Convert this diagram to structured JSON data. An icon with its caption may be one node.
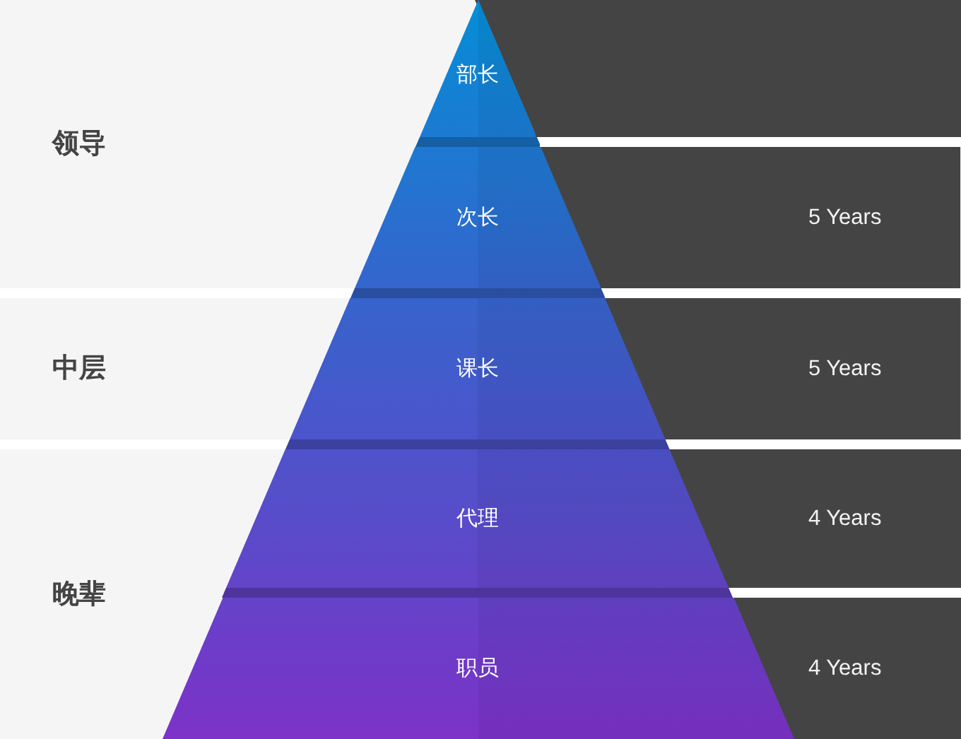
{
  "diagram": {
    "nodes": [
      {
        "text": [
          "领导"
        ]
      },
      {
        "text": [
          "中层"
        ]
      },
      {
        "text": [
          "晚辈"
        ]
      },
      {
        "text": [
          "部长"
        ]
      },
      {
        "text": [
          "次长"
        ]
      },
      {
        "text": [
          "课长"
        ]
      },
      {
        "text": [
          "代理"
        ]
      },
      {
        "text": [
          "职员"
        ]
      },
      {
        "text": [],
        "shape": "band"
      },
      {
        "text": [
          "5 Years"
        ]
      },
      {
        "text": [
          "5 Years"
        ]
      },
      {
        "text": [
          "4 Years"
        ]
      },
      {
        "text": [
          "4 Years"
        ]
      }
    ]
  }
}
